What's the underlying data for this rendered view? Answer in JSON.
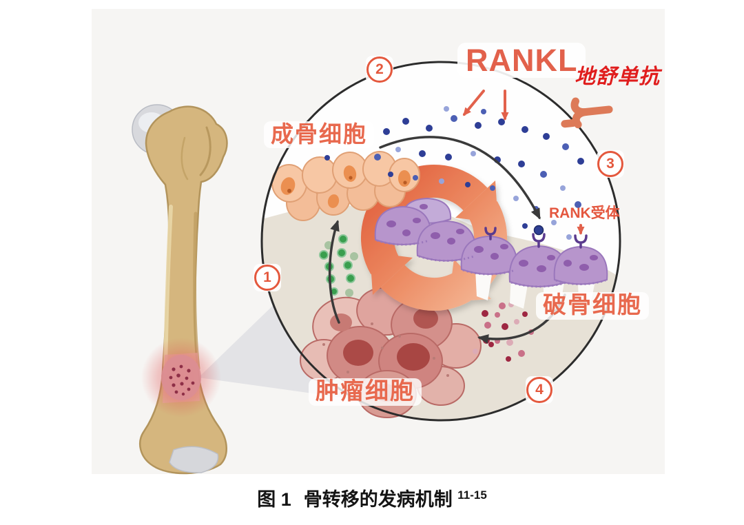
{
  "figure_caption": {
    "tag": "图 1",
    "title": "骨转移的发病机制",
    "citation": "11-15"
  },
  "diagram": {
    "labels": {
      "osteoblast": "成骨细胞",
      "rankl": "RANKL",
      "denosumab": "地舒单抗",
      "rank_receptor": "RANK受体",
      "osteoclast": "破骨细胞",
      "tumor": "肿瘤细胞"
    },
    "steps": {
      "one": "1",
      "two": "2",
      "three": "3",
      "four": "4"
    },
    "icons": {
      "antibody": "antibody-y-icon",
      "cycle": "vicious-cycle-arrows-icon"
    },
    "colors": {
      "accent_coral": "#E2614B",
      "label_orange": "#E8694E",
      "denosumab_red": "#E01D1D",
      "rankl_dot_navy": "#2E3F93",
      "growth_factor_green": "#3A9E4E",
      "bone_factor_maroon": "#9E2742",
      "osteoclast_purple": "#B795CC",
      "osteoblast_peach": "#F7C7A4",
      "tumor_pink": "#D18A85",
      "bone_tan": "#D5B67E",
      "panel_gray": "#F6F5F3",
      "cycle_gradient_start": "#DE5433",
      "cycle_gradient_end": "#F7C6A6"
    }
  }
}
